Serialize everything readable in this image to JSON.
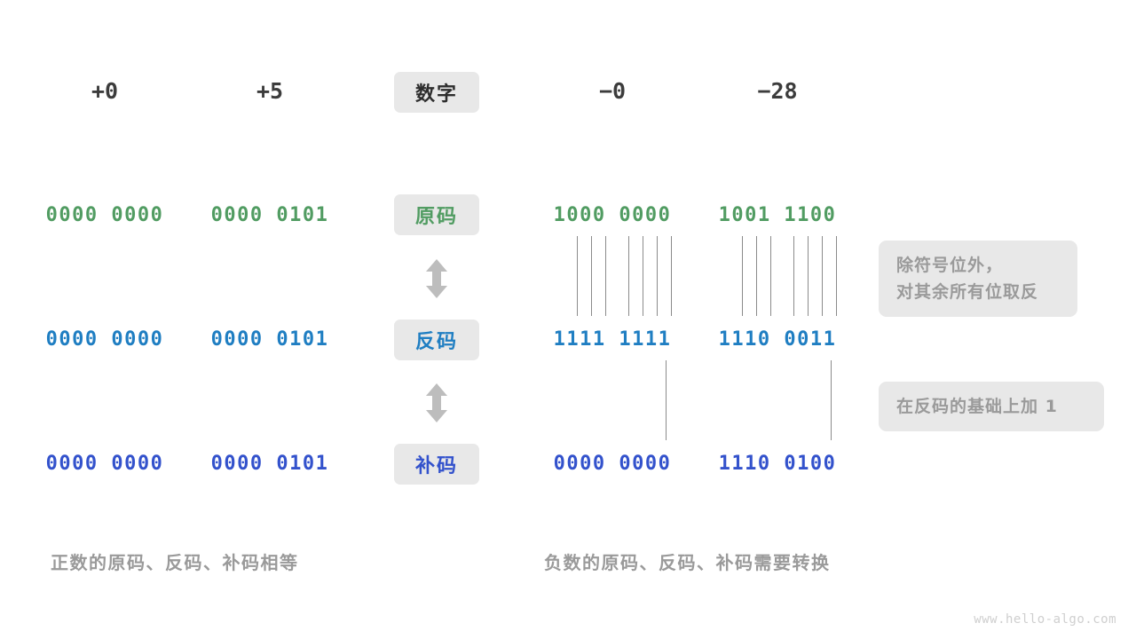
{
  "diagram": {
    "title_row": {
      "badge": "数字",
      "columns": [
        {
          "id": "plus-zero",
          "label": "+0"
        },
        {
          "id": "plus-five",
          "label": "+5"
        },
        {
          "id": "minus-zero",
          "label": "−0"
        },
        {
          "id": "minus-28",
          "label": "−28"
        }
      ]
    },
    "rows": [
      {
        "id": "true-form",
        "badge": "原码",
        "color": "#519c62",
        "values": [
          "0000 0000",
          "0000 0101",
          "1000 0000",
          "1001 1100"
        ]
      },
      {
        "id": "ones-complement",
        "badge": "反码",
        "color": "#1f7ec2",
        "values": [
          "0000 0000",
          "0000 0101",
          "1111 1111",
          "1110 0011"
        ]
      },
      {
        "id": "twos-complement",
        "badge": "补码",
        "color": "#3352cc",
        "values": [
          "0000 0000",
          "0000 0101",
          "0000 0000",
          "1110 0100"
        ]
      }
    ],
    "notes": [
      {
        "id": "invert-bits",
        "lines": [
          "除符号位外，",
          "对其余所有位取反"
        ]
      },
      {
        "id": "add-one",
        "lines": [
          "在反码的基础上加 1"
        ]
      }
    ],
    "captions": [
      {
        "id": "positive-caption",
        "text": "正数的原码、反码、补码相等"
      },
      {
        "id": "negative-caption",
        "text": "负数的原码、反码、补码需要转换"
      }
    ],
    "watermark": "www.hello-algo.com",
    "colors": {
      "badge_bg": "#e8e8e8",
      "note_bg": "#e8e8e8",
      "note_text": "#9a9a9a",
      "tick_line": "#8b8b8b",
      "arrow": "#bdbdbd",
      "header_text": "#3c3c3c",
      "background": "#ffffff"
    }
  }
}
